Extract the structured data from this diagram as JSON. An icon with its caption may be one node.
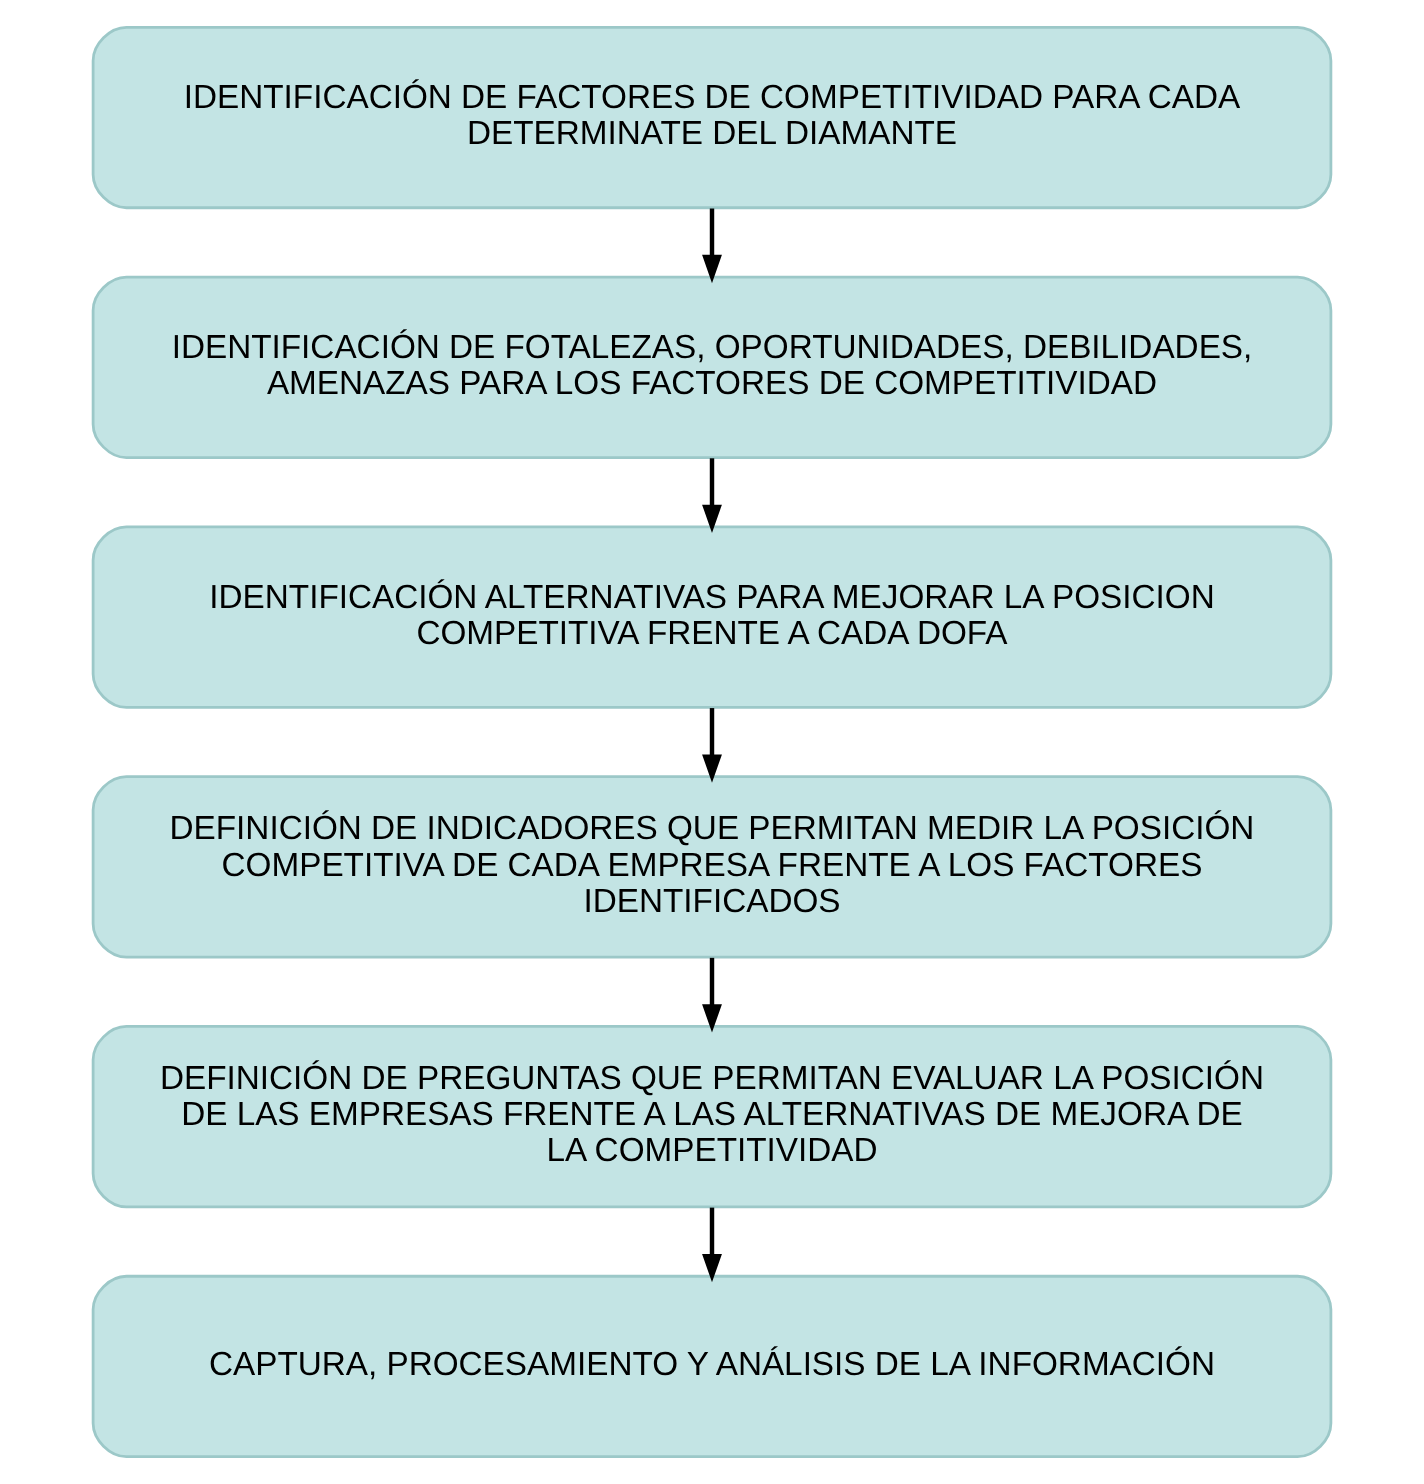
{
  "diagram": {
    "nodes": [
      {
        "text": [
          "IDENTIFICACIÓN DE FACTORES DE COMPETITIVIDAD PARA CADA DETERMINATE DEL DIAMANTE"
        ]
      },
      {
        "text": [
          "IDENTIFICACIÓN DE FOTALEZAS, OPORTUNIDADES, DEBILIDADES, AMENAZAS PARA LOS FACTORES DE COMPETITIVIDAD"
        ]
      },
      {
        "text": [
          "IDENTIFICACIÓN ALTERNATIVAS PARA MEJORAR LA POSICION COMPETITIVA FRENTE A CADA DOFA"
        ]
      },
      {
        "text": [
          "DEFINICIÓN DE INDICADORES QUE PERMITAN MEDIR LA POSICIÓN COMPETITIVA DE CADA EMPRESA FRENTE A LOS FACTORES IDENTIFICADOS"
        ]
      },
      {
        "text": [
          "DEFINICIÓN DE PREGUNTAS QUE PERMITAN EVALUAR LA POSICIÓN DE LAS EMPRESAS FRENTE A LAS ALTERNATIVAS DE MEJORA DE LA COMPETITIVIDAD"
        ]
      },
      {
        "text": [
          "CAPTURA, PROCESAMIENTO Y ANÁLISIS DE LA INFORMACIÓN"
        ]
      }
    ],
    "edges": [
      {
        "from": 0,
        "to": 1,
        "arrow": "to"
      },
      {
        "from": 1,
        "to": 2,
        "arrow": "to"
      },
      {
        "from": 2,
        "to": 3,
        "arrow": "to"
      },
      {
        "from": 3,
        "to": 4,
        "arrow": "to"
      },
      {
        "from": 4,
        "to": 5,
        "arrow": "to"
      }
    ]
  }
}
